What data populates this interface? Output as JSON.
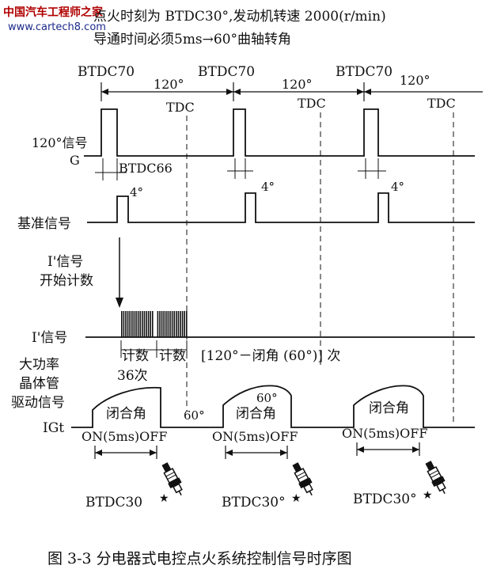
{
  "watermark": {
    "title": "中国汽车工程师之家",
    "url": "www.cartech8.com"
  },
  "header": {
    "line1": "点火时刻为 BTDC30°,发动机转速 2000(r/min)",
    "line2": "导通时间必须5ms→60°曲轴转角"
  },
  "labels": {
    "btdc70": "BTDC70",
    "angle120": "120°",
    "tdc": "TDC",
    "btdc66": "BTDC66",
    "deg4": "4°",
    "sig120": "120°信号",
    "g": "G",
    "ref": "基准信号",
    "i_start_1": "I'信号",
    "i_start_2": "开始计数",
    "i_sig": "I'信号",
    "count1": "计数",
    "count1b": "36次",
    "count2": "计数",
    "count2b": "[120°－闭角 (60°)] 次",
    "drv1": "大功率",
    "drv2": "晶体管",
    "drv3": "驱动信号",
    "deg60": "60°",
    "igt": "IGt",
    "dwell": "闭合角",
    "onoff": "ON(5ms)OFF",
    "btdc30": "BTDC30",
    "btdc30deg": "BTDC30°",
    "star": "★"
  },
  "caption": "图 3-3   分电器式电控点火系统控制信号时序图"
}
